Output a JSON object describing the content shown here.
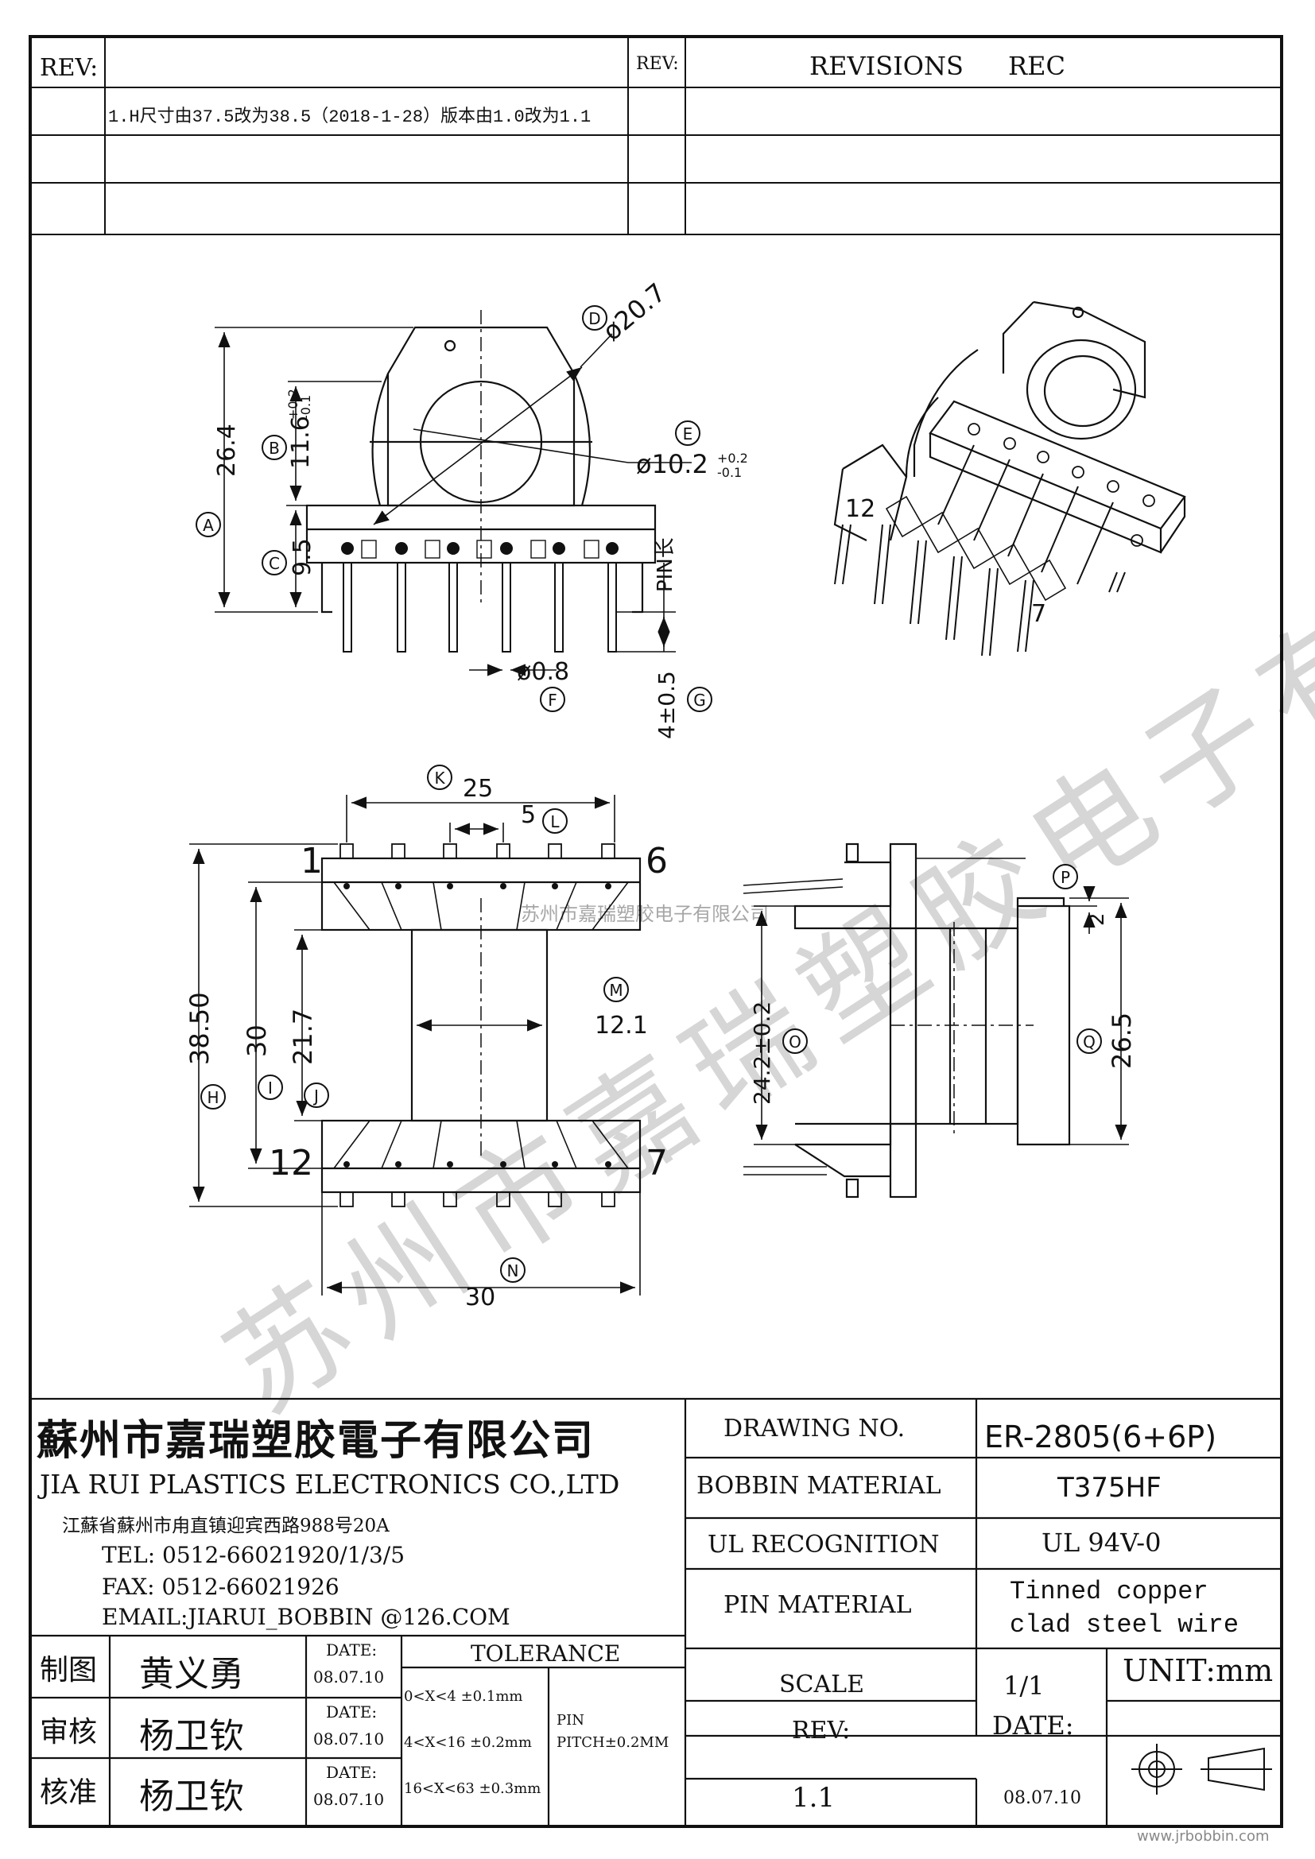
{
  "revisions": {
    "rev_label_left": "REV:",
    "rev_label_right": "REV:",
    "header_revisions": "REVISIONS",
    "header_rec": "REC",
    "entry_1": "1.H尺寸由37.5改为38.5（2018-1-28）版本由1.0改为1.1"
  },
  "dimensions": {
    "A": "26.4",
    "B": "11.6",
    "B_tol_plus": "+0.2",
    "B_tol_minus": "-0.1",
    "C": "9.5",
    "D": "ø20.7",
    "E": "ø10.2",
    "E_tol_plus": "+0.2",
    "E_tol_minus": "-0.1",
    "F": "ø0.8",
    "G": "4±0.5",
    "pin_len": "PIN长",
    "K": "25",
    "L": "5",
    "M": "12.1",
    "H": "38.50",
    "I": "30",
    "J": "21.7",
    "N": "30",
    "O": "24.2±0.2",
    "P": "2",
    "Q": "26.5",
    "pin1": "1",
    "pin6": "6",
    "pin12": "12",
    "pin7": "7",
    "iso_pin12": "12",
    "iso_pin7": "7"
  },
  "callouts": {
    "A": "A",
    "B": "B",
    "C": "C",
    "D": "D",
    "E": "E",
    "F": "F",
    "G": "G",
    "H": "H",
    "I": "I",
    "J": "J",
    "K": "K",
    "L": "L",
    "M": "M",
    "N": "N",
    "O": "O",
    "P": "P",
    "Q": "Q"
  },
  "watermark": {
    "small": "苏州市嘉瑞塑胶电子有限公司",
    "large": "苏州市嘉瑞塑胶电子有限公司"
  },
  "company": {
    "name_cn": "蘇州市嘉瑞塑胶電子有限公司",
    "name_en": "JIA RUI PLASTICS ELECTRONICS CO.,LTD",
    "address": "江蘇省蘇州市甪直镇迎宾西路988号20A",
    "tel": "TEL:  0512-66021920/1/3/5",
    "fax": "FAX:  0512-66021926",
    "email": "EMAIL:JIARUI_BOBBIN @126.COM"
  },
  "specs": {
    "drawing_no_label": "DRAWING  NO.",
    "drawing_no": "ER-2805(6+6P)",
    "bobbin_material_label": "BOBBIN  MATERIAL",
    "bobbin_material": "T375HF",
    "ul_label": "UL RECOGNITION",
    "ul_value": "UL 94V-0",
    "pin_material_label": "PIN MATERIAL",
    "pin_material_1": "Tinned copper",
    "pin_material_2": "clad steel wire",
    "scale_label": "SCALE",
    "scale": "1/1",
    "unit": "UNIT:mm",
    "rev_label": "REV:",
    "rev": "1.1",
    "date_label": "DATE:",
    "date": "08.07.10"
  },
  "approvals": {
    "drawn_label": "制图",
    "drawn_by": "黄义勇",
    "check_label": "审核",
    "checked_by": "杨卫钦",
    "approve_label": "核准",
    "approved_by": "杨卫钦",
    "date_label": "DATE:",
    "date": "08.07.10"
  },
  "tolerance": {
    "title": "TOLERANCE",
    "row1": "0<X<4  ±0.1mm",
    "row2": "4<X<16 ±0.2mm",
    "row3": "16<X<63 ±0.3mm",
    "pin": "PIN",
    "pitch": "PITCH±0.2MM"
  },
  "footer": {
    "url": "www.jrbobbin.com"
  }
}
